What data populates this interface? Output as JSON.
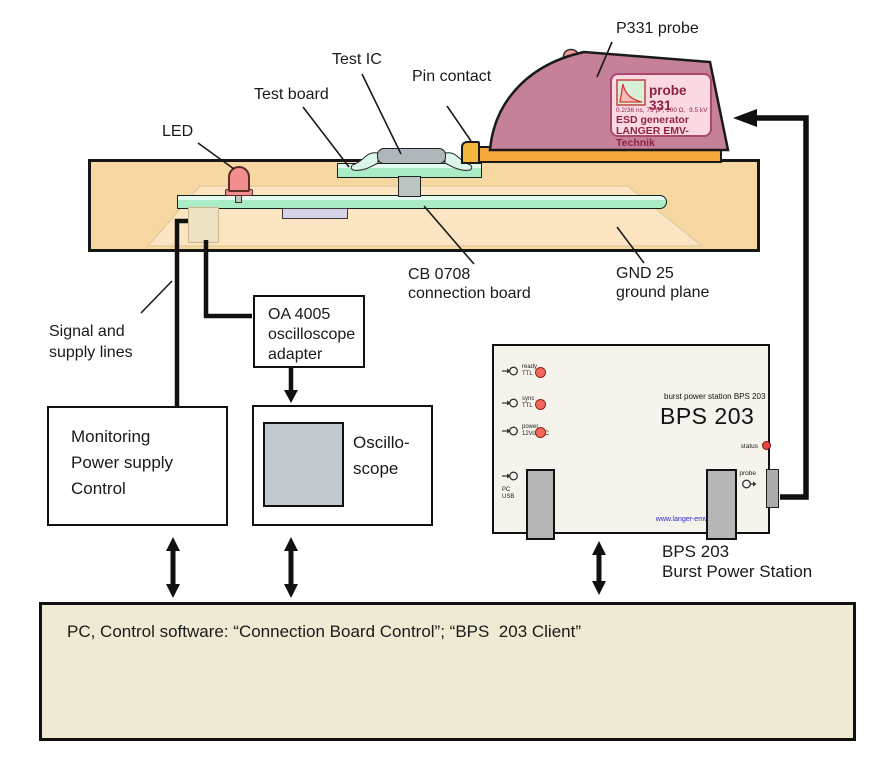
{
  "labels": {
    "led": "LED",
    "test_board": "Test board",
    "test_ic": "Test IC",
    "pin_contact": "Pin contact",
    "p331_probe": "P331 probe",
    "cb_line1": "CB 0708",
    "cb_line2": "connection board",
    "gnd_line1": "GND 25",
    "gnd_line2": "ground plane",
    "signal_line1": "Signal and",
    "signal_line2": "supply lines"
  },
  "probe_plate": {
    "title": "probe 331",
    "specs": "0.2/36 ns, 75 pF, 100 Ω,  9.5 kV",
    "type": "ESD generator",
    "brand": "LANGER EMV-Technik"
  },
  "oa_box": {
    "line1": "OA 4005",
    "line2": "oscilloscope",
    "line3": "adapter"
  },
  "monitoring_box": {
    "line1": "Monitoring",
    "line2": "Power supply",
    "line3": "Control"
  },
  "oscilloscope_box": {
    "line1": "Oscillo-",
    "line2": "scope"
  },
  "bps": {
    "ports": [
      {
        "line1": "ready",
        "line2": "TTL"
      },
      {
        "line1": "sync",
        "line2": "TTL"
      },
      {
        "line1": "power",
        "line2": "12Volt DC"
      }
    ],
    "usb_line1": "PC",
    "usb_line2": "USB",
    "subtitle": "burst power station BPS 203",
    "title": "BPS 203",
    "status_label": "status",
    "probe_port_label": "probe",
    "website": "www.langer-emv.com",
    "caption_line1": "BPS 203",
    "caption_line2": "Burst Power Station"
  },
  "pc_box": {
    "text": "PC, Control software: “Connection Board Control”; “BPS  203 Client”"
  },
  "colors": {
    "probe_body": "#C5809A",
    "probe_plate_bg": "#FAD9E3",
    "probe_text": "#8E2243",
    "ground_plane": "#F8D8A2",
    "ground_plane_inner": "#FBE5C2",
    "probe_base_orange": "#F6A739",
    "board_green": "#A9ECC6",
    "led_red": "#F28E8E",
    "bps_led_red": "#F2685C",
    "pc_bg": "#EFEAD3",
    "link_blue": "#2A2AD0"
  }
}
